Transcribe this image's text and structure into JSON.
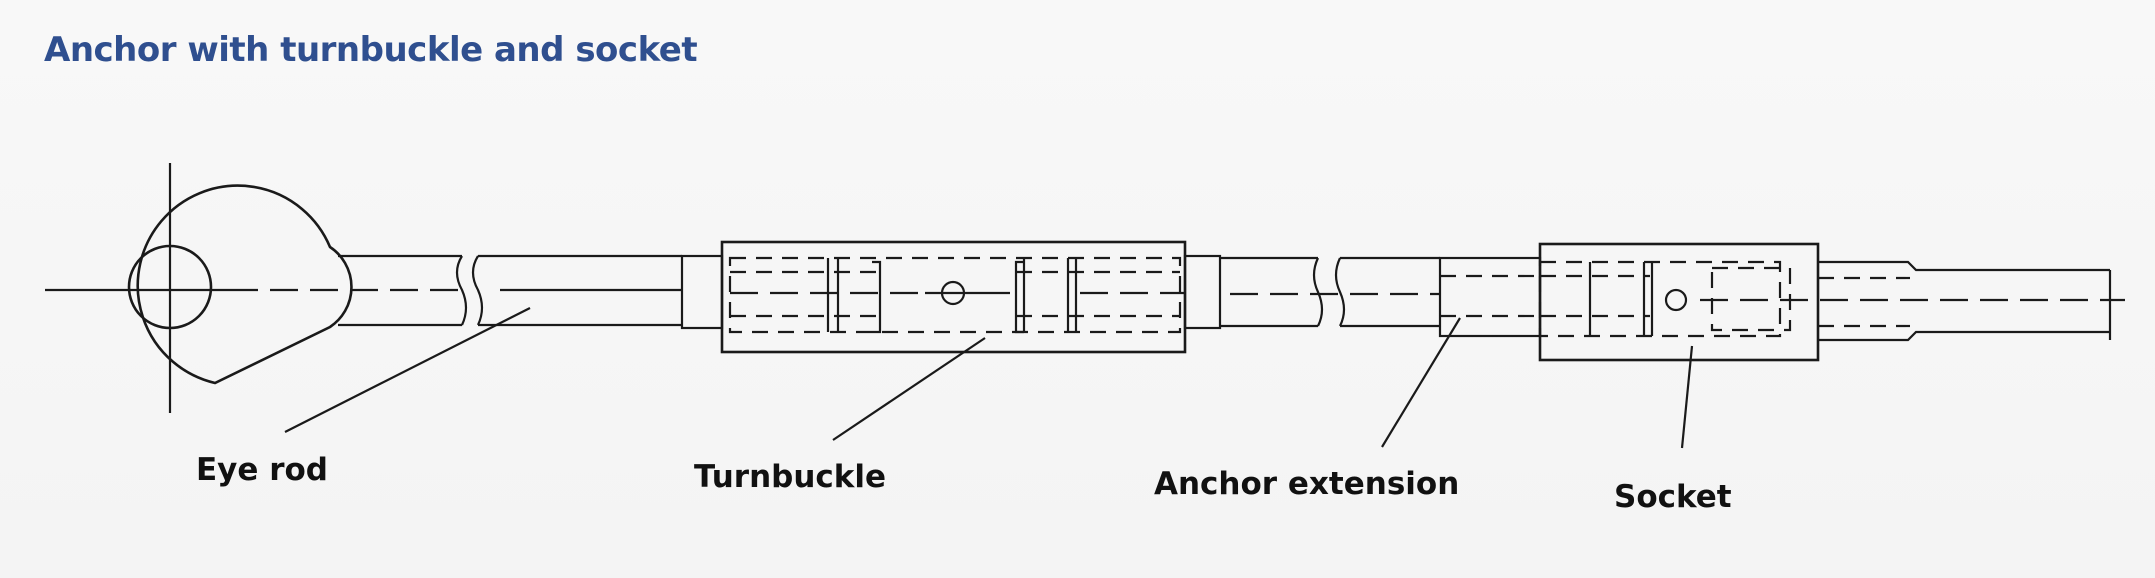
{
  "title": "Anchor with turnbuckle and socket",
  "labels": {
    "eye_rod": "Eye rod",
    "turnbuckle": "Turnbuckle",
    "anchor_extension": "Anchor extension",
    "socket": "Socket"
  },
  "colors": {
    "title": "#2f4f8f",
    "line": "#1a1a1a",
    "background": "#f6f6f6"
  }
}
